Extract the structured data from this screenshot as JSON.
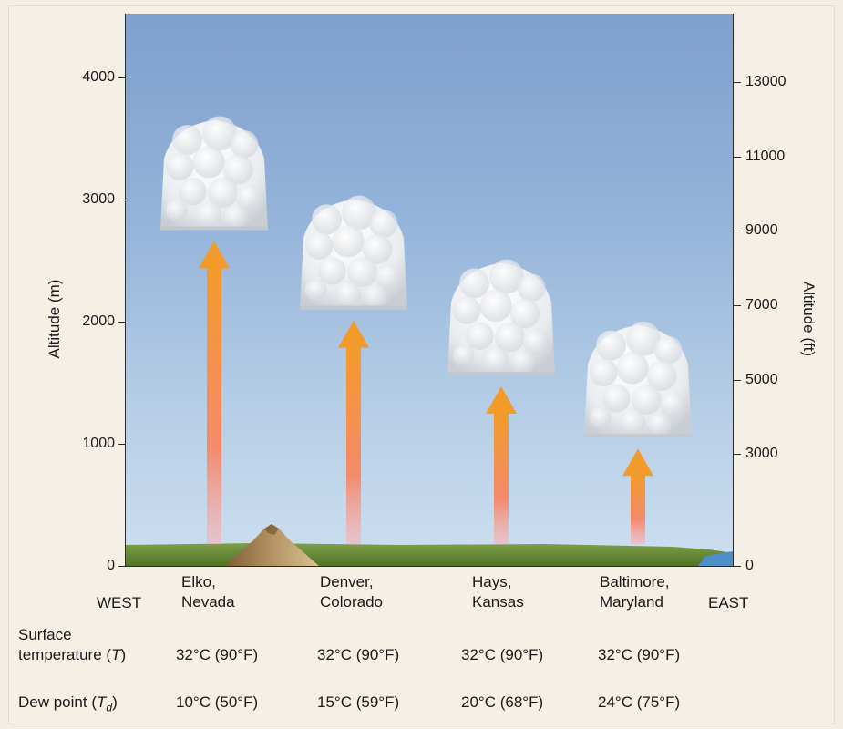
{
  "left_axis": {
    "title": "Altitude (m)",
    "ticks": [
      "4000",
      "3000",
      "2000",
      "1000",
      "0"
    ]
  },
  "right_axis": {
    "title": "Altitude (ft)",
    "ticks": [
      "13000",
      "11000",
      "9000",
      "7000",
      "5000",
      "3000",
      "0"
    ]
  },
  "directions": {
    "west": "WEST",
    "east": "EAST"
  },
  "locations": [
    {
      "city": "Elko,",
      "state": "Nevada",
      "cloud_base_m": 2750,
      "cloud_top_m": 3650
    },
    {
      "city": "Denver,",
      "state": "Colorado",
      "cloud_base_m": 2100,
      "cloud_top_m": 3000
    },
    {
      "city": "Hays,",
      "state": "Kansas",
      "cloud_base_m": 1560,
      "cloud_top_m": 2480
    },
    {
      "city": "Baltimore,",
      "state": "Maryland",
      "cloud_base_m": 1050,
      "cloud_top_m": 1970
    }
  ],
  "rows": {
    "surface_label_1": "Surface",
    "surface_label_2": "temperature (",
    "surface_symbol": "T",
    "surface_label_3": ")",
    "dew_label_1": "Dew point (",
    "dew_symbol": "T",
    "dew_sub": "d",
    "dew_label_2": ")",
    "surface_values": [
      "32°C (90°F)",
      "32°C (90°F)",
      "32°C (90°F)",
      "32°C (90°F)"
    ],
    "dew_values": [
      "10°C (50°F)",
      "15°C (59°F)",
      "20°C (68°F)",
      "24°C (75°F)"
    ]
  },
  "colors": {
    "sky_top": "#7f9fce",
    "sky_bottom": "#cddff0",
    "ground": "#6f8f3a",
    "arrow": "#f08a24",
    "mountain": "#9a7a4a",
    "water": "#4f8fc7"
  }
}
